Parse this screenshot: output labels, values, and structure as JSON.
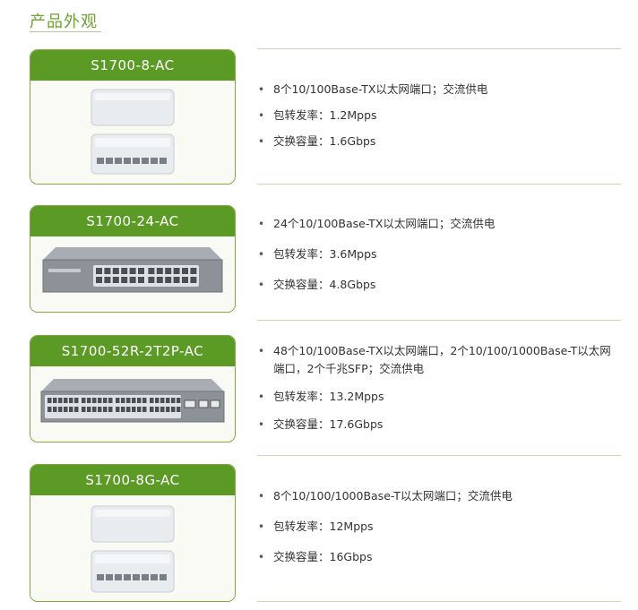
{
  "page": {
    "title": "产品外观"
  },
  "products": [
    {
      "name": "S1700-8-AC",
      "specs": [
        "8个10/100Base-TX以太网端口；交流供电",
        "包转发率：1.2Mpps",
        "交换容量：1.6Gbps"
      ]
    },
    {
      "name": "S1700-24-AC",
      "specs": [
        "24个10/100Base-TX以太网端口；交流供电",
        "包转发率：3.6Mpps",
        "交换容量：4.8Gbps"
      ]
    },
    {
      "name": "S1700-52R-2T2P-AC",
      "specs": [
        "48个10/100Base-TX以太网端口，2个10/100/1000Base-T以太网端口，2个千兆SFP；交流供电",
        "包转发率：13.2Mpps",
        "交换容量：17.6Gbps"
      ]
    },
    {
      "name": "S1700-8G-AC",
      "specs": [
        "8个10/100/1000Base-T以太网端口；交流供电",
        "包转发率：12Mpps",
        "交换容量：16Gbps"
      ]
    }
  ],
  "colors": {
    "accent": "#5c9a26",
    "title": "#6da32f",
    "rule": "#c9dcb0"
  }
}
